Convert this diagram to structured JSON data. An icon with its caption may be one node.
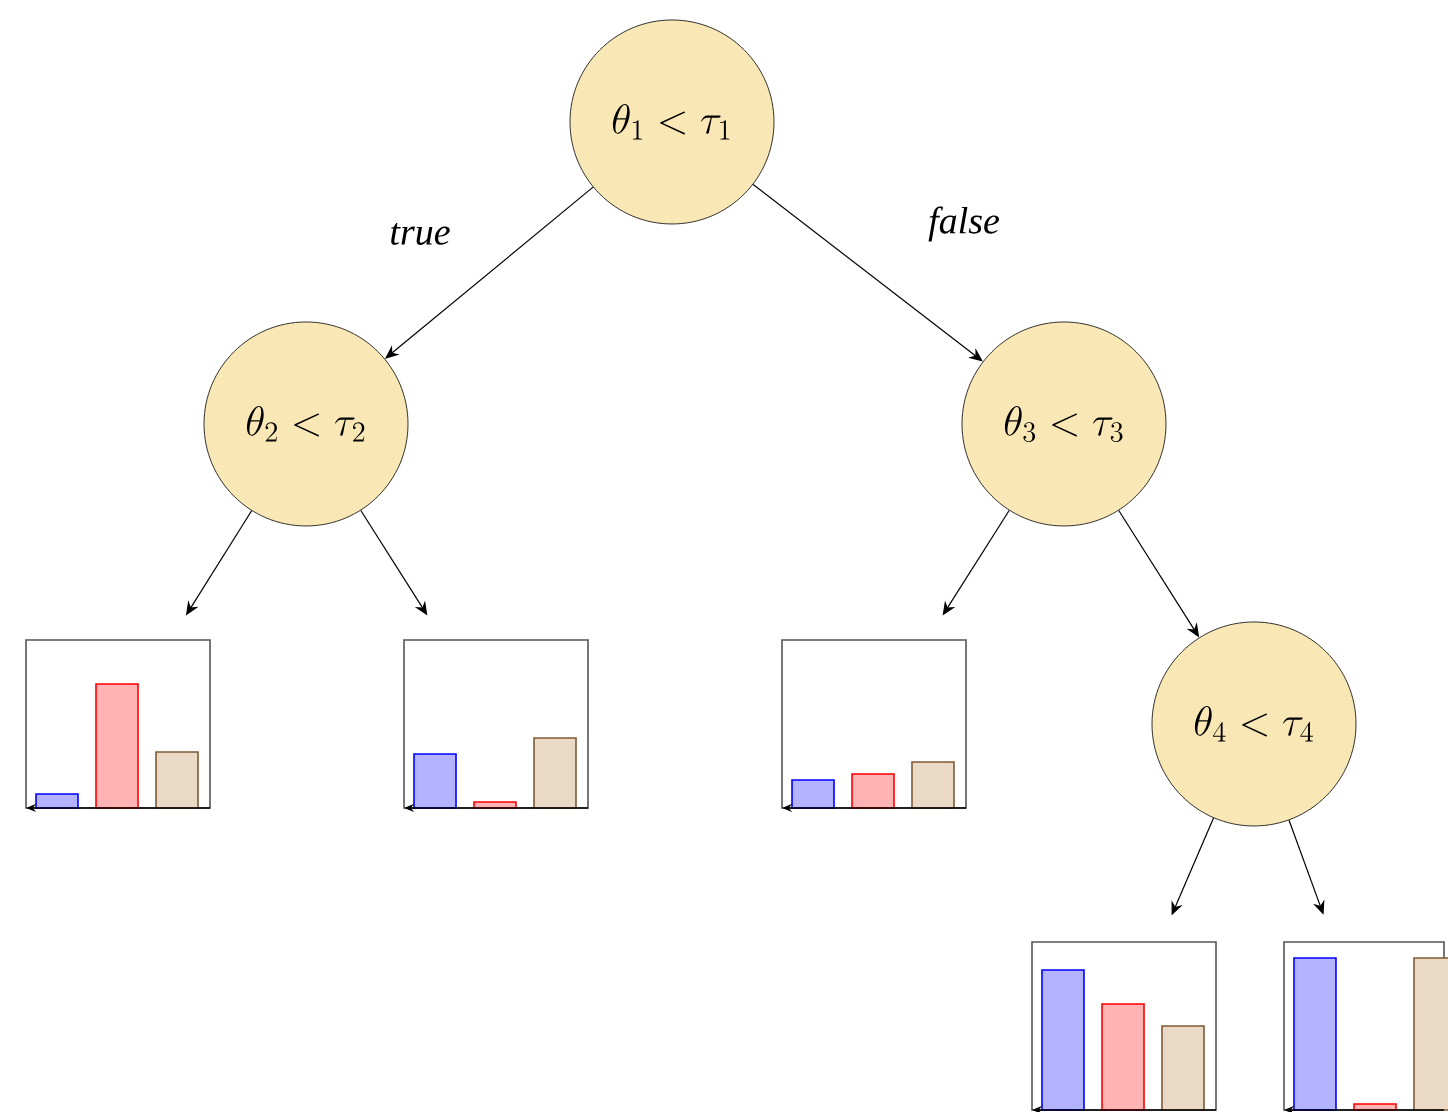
{
  "diagram": {
    "nodes": [
      {
        "text": [
          "\\theta_1 < \\tau_1"
        ]
      },
      {
        "text": [
          "\\theta_2 < \\tau_2"
        ]
      },
      {
        "text": [
          "\\theta_3 < \\tau_3"
        ]
      },
      {
        "text": [],
        "shape": "picture"
      },
      {
        "text": [],
        "shape": "picture"
      },
      {
        "text": [],
        "shape": "picture"
      },
      {
        "text": [
          "\\theta_4 < \\tau_4"
        ]
      },
      {
        "text": [],
        "shape": "picture"
      },
      {
        "text": [],
        "shape": "picture"
      }
    ],
    "edges": [
      {
        "from": 0,
        "to": 1,
        "arrow": "to",
        "label": "true"
      },
      {
        "from": 0,
        "to": 2,
        "arrow": "to",
        "label": "false"
      },
      {
        "from": 1,
        "to": 3,
        "arrow": "to"
      },
      {
        "from": 1,
        "to": 4,
        "arrow": "to"
      },
      {
        "from": 2,
        "to": 5,
        "arrow": "to"
      },
      {
        "from": 2,
        "to": 6,
        "arrow": "to"
      },
      {
        "from": 6,
        "to": 7,
        "arrow": "to"
      },
      {
        "from": 6,
        "to": 8,
        "arrow": "to"
      }
    ]
  }
}
